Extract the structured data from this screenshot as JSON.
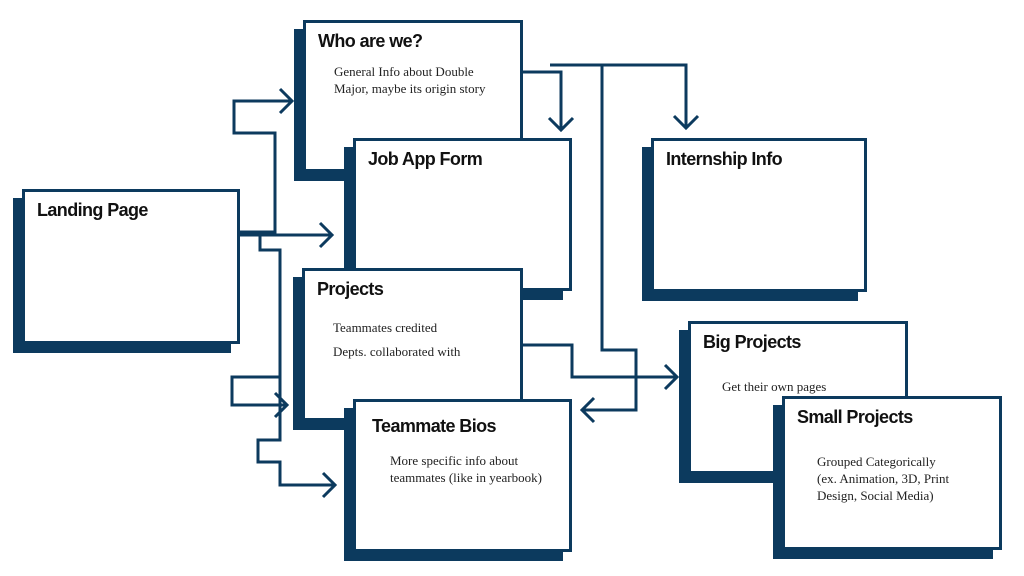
{
  "diagram": {
    "stroke_color": "#0c3a5e",
    "nodes": {
      "landing": {
        "title": "Landing Page",
        "lines": []
      },
      "who": {
        "title": "Who are we?",
        "lines": [
          "General Info about Double",
          "Major, maybe its origin story"
        ]
      },
      "job": {
        "title": "Job App Form",
        "lines": []
      },
      "internship": {
        "title": "Internship Info",
        "lines": []
      },
      "projects": {
        "title": "Projects",
        "lines": [
          "Teammates credited",
          "Depts. collaborated with"
        ]
      },
      "bios": {
        "title": "Teammate Bios",
        "lines": [
          "More specific info about",
          "teammates (like in yearbook)"
        ]
      },
      "big": {
        "title": "Big Projects",
        "lines": [
          "Get their own pages"
        ]
      },
      "small": {
        "title": "Small Projects",
        "lines": [
          "Grouped Categorically",
          "(ex. Animation, 3D, Print",
          "Design, Social Media)"
        ]
      }
    },
    "edges": [
      {
        "from": "landing",
        "to": "who"
      },
      {
        "from": "landing",
        "to": "job"
      },
      {
        "from": "landing",
        "to": "projects"
      },
      {
        "from": "landing",
        "to": "bios"
      },
      {
        "from": "who",
        "to": "job"
      },
      {
        "from": "who",
        "to": "internship"
      },
      {
        "from": "who",
        "to": "bios"
      },
      {
        "from": "projects",
        "to": "big"
      }
    ]
  }
}
